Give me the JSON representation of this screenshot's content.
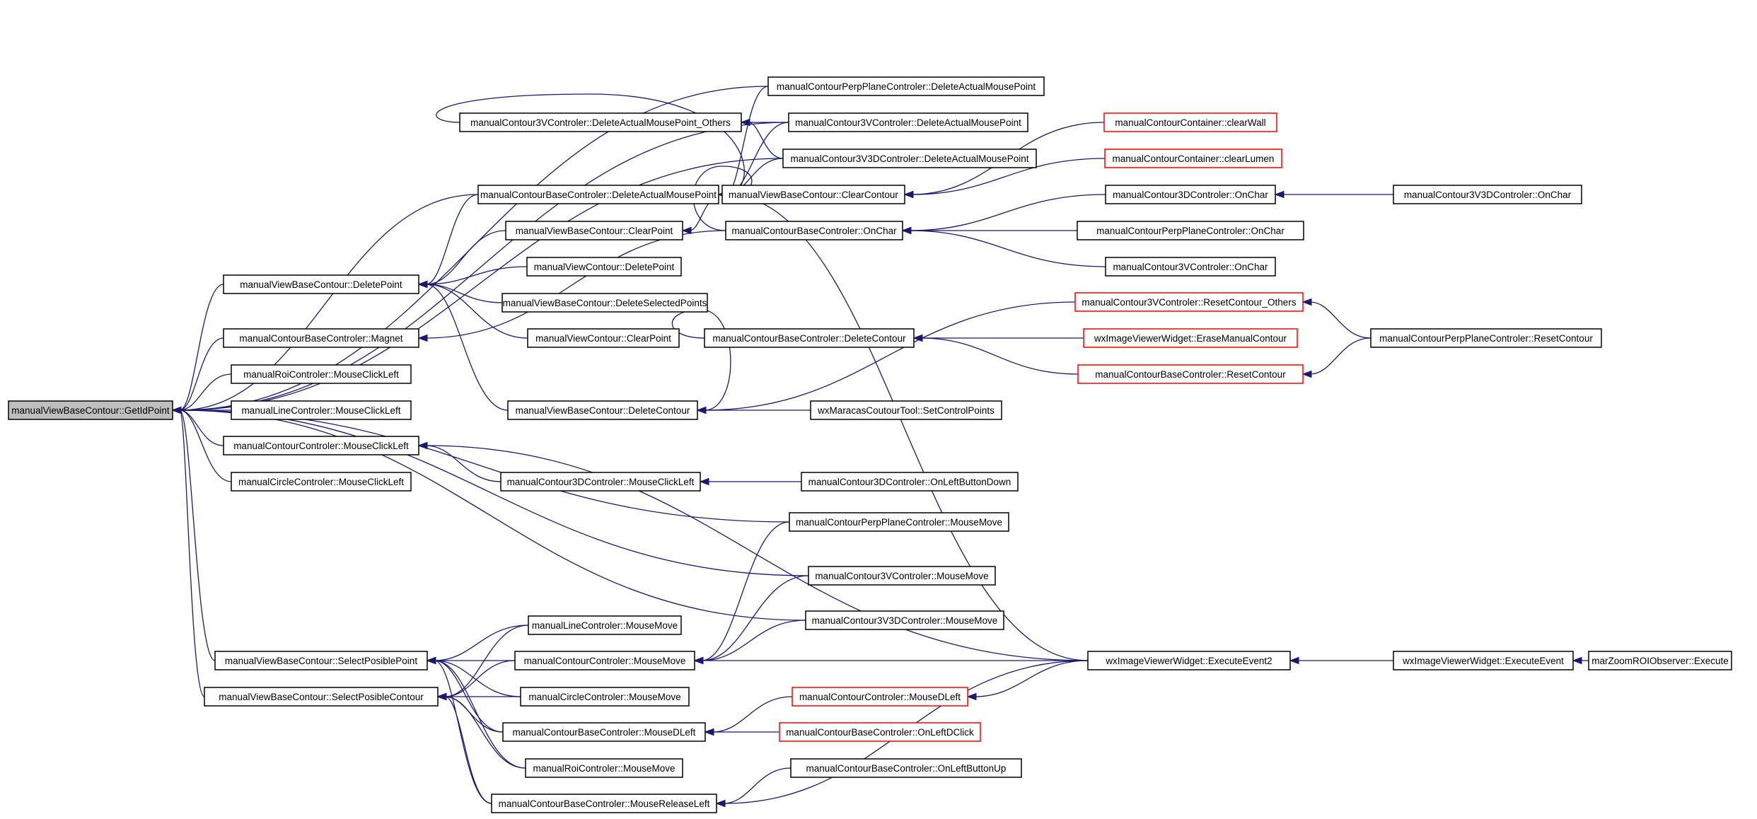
{
  "graph": {
    "title": "",
    "edge_color": "#191970",
    "nodes": [
      {
        "id": "n0",
        "label": "manualViewBaseContour::GetIdPoint",
        "root": true
      },
      {
        "id": "n1",
        "label": "manualContourPerpPlaneControler::DeleteActualMousePoint"
      },
      {
        "id": "n2",
        "label": "manualContour3VControler::DeleteActualMousePoint_Others"
      },
      {
        "id": "n3",
        "label": "manualContour3VControler::DeleteActualMousePoint"
      },
      {
        "id": "n4",
        "label": "manualContour3V3DControler::DeleteActualMousePoint"
      },
      {
        "id": "n5",
        "label": "manualContourBaseControler::DeleteActualMousePoint"
      },
      {
        "id": "n6",
        "label": "manualViewBaseContour::ClearContour"
      },
      {
        "id": "n7",
        "label": "manualViewBaseContour::ClearPoint"
      },
      {
        "id": "n8",
        "label": "manualContourBaseControler::OnChar"
      },
      {
        "id": "n9",
        "label": "manualViewContour::DeletePoint"
      },
      {
        "id": "n10",
        "label": "manualViewBaseContour::DeletePoint"
      },
      {
        "id": "n11",
        "label": "manualViewBaseContour::DeleteSelectedPoints"
      },
      {
        "id": "n12",
        "label": "manualViewContour::ClearPoint"
      },
      {
        "id": "n13",
        "label": "manualContourBaseControler::Magnet"
      },
      {
        "id": "n14",
        "label": "manualContourBaseControler::DeleteContour"
      },
      {
        "id": "n15",
        "label": "manualRoiControler::MouseClickLeft"
      },
      {
        "id": "n16",
        "label": "manualLineControler::MouseClickLeft"
      },
      {
        "id": "n17",
        "label": "manualViewBaseContour::DeleteContour"
      },
      {
        "id": "n18",
        "label": "wxMaracasCoutourTool::SetControlPoints"
      },
      {
        "id": "n19",
        "label": "manualContourControler::MouseClickLeft"
      },
      {
        "id": "n20",
        "label": "manualContour3DControler::MouseClickLeft"
      },
      {
        "id": "n21",
        "label": "manualContour3DControler::OnLeftButtonDown"
      },
      {
        "id": "n22",
        "label": "manualCircleControler::MouseClickLeft"
      },
      {
        "id": "n23",
        "label": "manualContourPerpPlaneControler::MouseMove"
      },
      {
        "id": "n24",
        "label": "manualContour3VControler::MouseMove"
      },
      {
        "id": "n25",
        "label": "manualContour3V3DControler::MouseMove"
      },
      {
        "id": "n26",
        "label": "manualLineControler::MouseMove"
      },
      {
        "id": "n27",
        "label": "manualViewBaseContour::SelectPosiblePoint"
      },
      {
        "id": "n28",
        "label": "manualContourControler::MouseMove"
      },
      {
        "id": "n29",
        "label": "wxImageViewerWidget::ExecuteEvent2"
      },
      {
        "id": "n30",
        "label": "wxImageViewerWidget::ExecuteEvent"
      },
      {
        "id": "n31",
        "label": "marZoomROIObserver::Execute"
      },
      {
        "id": "n32",
        "label": "manualViewBaseContour::SelectPosibleContour"
      },
      {
        "id": "n33",
        "label": "manualCircleControler::MouseMove"
      },
      {
        "id": "n34",
        "label": "manualContourControler::MouseDLeft",
        "red": true
      },
      {
        "id": "n35",
        "label": "manualContourBaseControler::MouseDLeft"
      },
      {
        "id": "n36",
        "label": "manualContourBaseControler::OnLeftDClick",
        "red": true
      },
      {
        "id": "n37",
        "label": "manualRoiControler::MouseMove"
      },
      {
        "id": "n38",
        "label": "manualContourBaseControler::OnLeftButtonUp"
      },
      {
        "id": "n39",
        "label": "manualContourBaseControler::MouseReleaseLeft"
      },
      {
        "id": "n40",
        "label": "manualContourContainer::clearWall",
        "red": true
      },
      {
        "id": "n41",
        "label": "manualContourContainer::clearLumen",
        "red": true
      },
      {
        "id": "n42",
        "label": "manualContour3DControler::OnChar"
      },
      {
        "id": "n43",
        "label": "manualContour3V3DControler::OnChar"
      },
      {
        "id": "n44",
        "label": "manualContourPerpPlaneControler::OnChar"
      },
      {
        "id": "n45",
        "label": "manualContour3VControler::OnChar"
      },
      {
        "id": "n46",
        "label": "manualContour3VControler::ResetContour_Others",
        "red": true
      },
      {
        "id": "n47",
        "label": "manualContourPerpPlaneControler::ResetContour"
      },
      {
        "id": "n48",
        "label": "wxImageViewerWidget::EraseManualContour",
        "red": true
      },
      {
        "id": "n49",
        "label": "manualContourBaseControler::ResetContour",
        "red": true
      }
    ],
    "edges": [
      [
        "n1",
        "n0"
      ],
      [
        "n3",
        "n0"
      ],
      [
        "n4",
        "n0"
      ],
      [
        "n5",
        "n0"
      ],
      [
        "n10",
        "n0"
      ],
      [
        "n13",
        "n0"
      ],
      [
        "n15",
        "n0"
      ],
      [
        "n16",
        "n0"
      ],
      [
        "n19",
        "n0"
      ],
      [
        "n22",
        "n0"
      ],
      [
        "n23",
        "n0"
      ],
      [
        "n24",
        "n0"
      ],
      [
        "n25",
        "n0"
      ],
      [
        "n27",
        "n0"
      ],
      [
        "n32",
        "n0"
      ],
      [
        "n3",
        "n2"
      ],
      [
        "n4",
        "n2"
      ],
      [
        "n1",
        "n5"
      ],
      [
        "n2",
        "n5"
      ],
      [
        "n3",
        "n5"
      ],
      [
        "n4",
        "n5"
      ],
      [
        "n8",
        "n5"
      ],
      [
        "n29",
        "n5"
      ],
      [
        "n40",
        "n6"
      ],
      [
        "n41",
        "n6"
      ],
      [
        "n6",
        "n7"
      ],
      [
        "n42",
        "n8"
      ],
      [
        "n44",
        "n8"
      ],
      [
        "n45",
        "n8"
      ],
      [
        "n5",
        "n10"
      ],
      [
        "n7",
        "n10"
      ],
      [
        "n9",
        "n10"
      ],
      [
        "n11",
        "n10"
      ],
      [
        "n12",
        "n10"
      ],
      [
        "n17",
        "n10"
      ],
      [
        "n8",
        "n13"
      ],
      [
        "n48",
        "n14"
      ],
      [
        "n49",
        "n14"
      ],
      [
        "n14",
        "n17"
      ],
      [
        "n18",
        "n17"
      ],
      [
        "n46",
        "n17"
      ],
      [
        "n20",
        "n19"
      ],
      [
        "n29",
        "n19"
      ],
      [
        "n21",
        "n20"
      ],
      [
        "n26",
        "n27"
      ],
      [
        "n28",
        "n27"
      ],
      [
        "n33",
        "n27"
      ],
      [
        "n35",
        "n27"
      ],
      [
        "n37",
        "n27"
      ],
      [
        "n39",
        "n27"
      ],
      [
        "n23",
        "n28"
      ],
      [
        "n24",
        "n28"
      ],
      [
        "n25",
        "n28"
      ],
      [
        "n29",
        "n28"
      ],
      [
        "n30",
        "n29"
      ],
      [
        "n31",
        "n30"
      ],
      [
        "n26",
        "n32"
      ],
      [
        "n28",
        "n32"
      ],
      [
        "n33",
        "n32"
      ],
      [
        "n35",
        "n32"
      ],
      [
        "n37",
        "n32"
      ],
      [
        "n39",
        "n32"
      ],
      [
        "n34",
        "n35"
      ],
      [
        "n36",
        "n35"
      ],
      [
        "n29",
        "n34"
      ],
      [
        "n29",
        "n39"
      ],
      [
        "n38",
        "n39"
      ],
      [
        "n43",
        "n42"
      ],
      [
        "n47",
        "n46"
      ],
      [
        "n47",
        "n49"
      ]
    ]
  }
}
